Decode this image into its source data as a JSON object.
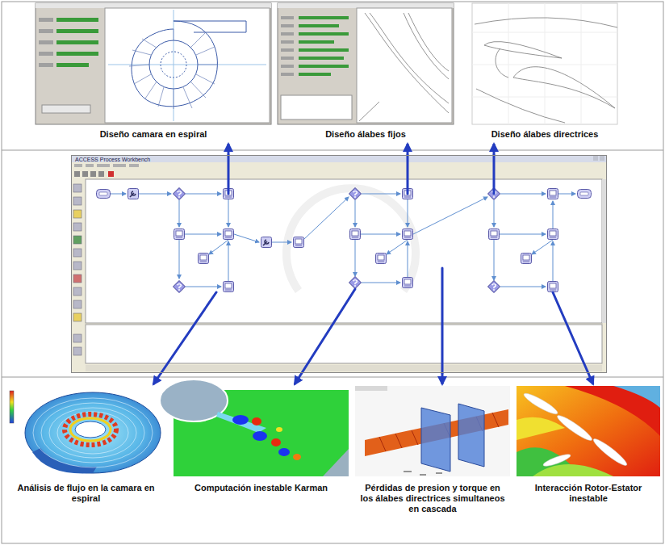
{
  "diagram": {
    "nodes": [
      {
        "text": [
          "Diseño camara en espiral"
        ]
      },
      {
        "text": [
          "Diseño álabes fijos"
        ]
      },
      {
        "text": [
          "Diseño álabes directrices"
        ]
      },
      {
        "text": [
          "ACCESS Process Workbench"
        ]
      },
      {
        "text": [
          "Análisis de flujo en la camara en espiral"
        ]
      },
      {
        "text": [
          "Computación inestable Karman"
        ]
      },
      {
        "text": [
          "Pérdidas de presion y torque en los álabes directrices simultaneos en cascada"
        ]
      },
      {
        "text": [
          "Interacción Rotor-Estator inestable"
        ]
      }
    ],
    "edges": [
      {
        "from": 3,
        "to": 0,
        "arrow": "to"
      },
      {
        "from": 3,
        "to": 1,
        "arrow": "to"
      },
      {
        "from": 3,
        "to": 2,
        "arrow": "to"
      },
      {
        "from": 3,
        "to": 4,
        "arrow": "to"
      },
      {
        "from": 3,
        "to": 5,
        "arrow": "to"
      },
      {
        "from": 3,
        "to": 6,
        "arrow": "to"
      },
      {
        "from": 3,
        "to": 7,
        "arrow": "to"
      }
    ]
  }
}
